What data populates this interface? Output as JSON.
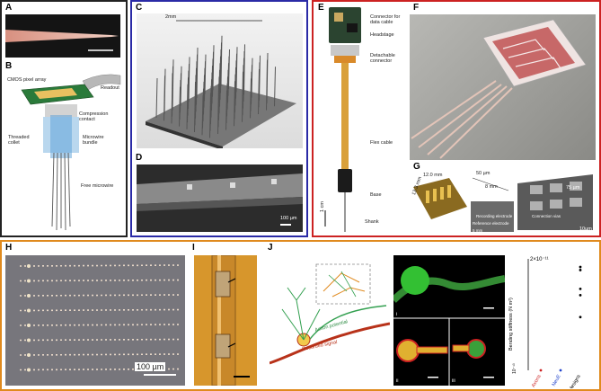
{
  "panels": {
    "A": {
      "letter": "A"
    },
    "B": {
      "letter": "B",
      "labels": {
        "cmos": "CMOS pixel array",
        "readout": "Readout",
        "compression": "Compression contact",
        "threaded": "Threaded collet",
        "bundle": "Microwire bundle",
        "free": "Free microwire"
      }
    },
    "C": {
      "letter": "C",
      "scale_label": "2mm"
    },
    "D": {
      "letter": "D",
      "scale_label": "100 µm"
    },
    "E": {
      "letter": "E",
      "labels": {
        "connector": "Connector for data cable",
        "headstage": "Headstage",
        "detachable": "Detachable connector",
        "flex": "Flex cable",
        "base": "Base",
        "shank": "Shank",
        "scale": "1 cm"
      }
    },
    "F": {
      "letter": "F"
    },
    "G": {
      "letter": "G",
      "labels": {
        "dim1": "12.0 mm",
        "dim2": "13.3 mm",
        "dim3": "50 µm",
        "dim4": "8 mm",
        "dim5": "75 µm",
        "rec": "Recording electrode",
        "ref": "Reference electrode",
        "via": "Connection vias",
        "s1": "5 mm",
        "s2": "10µm"
      }
    },
    "H": {
      "letter": "H",
      "scale_label": "100 µm"
    },
    "I": {
      "letter": "I"
    },
    "J": {
      "letter": "J",
      "labels": {
        "ap": "Action potential",
        "rec": "Recorded signal",
        "i": "i",
        "ii": "ii",
        "iii": "iii"
      }
    }
  },
  "chart_data": {
    "type": "scatter",
    "ylabel": "Bending stiffness (N m²)",
    "y_top_label": "2×10⁻¹¹",
    "y_mid_tick": "10⁻¹³",
    "categories": [
      "Axons",
      "NeuE",
      "Previous designs"
    ],
    "category_colors": [
      "#cc2222",
      "#2244cc",
      "#000000"
    ],
    "points": [
      {
        "category": "Axons",
        "y": 0.0
      },
      {
        "category": "NeuE",
        "y": 0.0
      },
      {
        "category": "Previous designs",
        "y": 1.7
      },
      {
        "category": "Previous designs",
        "y": 2.4
      },
      {
        "category": "Previous designs",
        "y": 2.6
      },
      {
        "category": "Previous designs",
        "y": 3.2
      },
      {
        "category": "Previous designs",
        "y": 3.3
      }
    ],
    "ylim": [
      0,
      3.5
    ]
  },
  "colors": {
    "frame_A": "#222222",
    "frame_C": "#2222aa",
    "frame_E": "#cc2222",
    "frame_H": "#e08a1e"
  }
}
